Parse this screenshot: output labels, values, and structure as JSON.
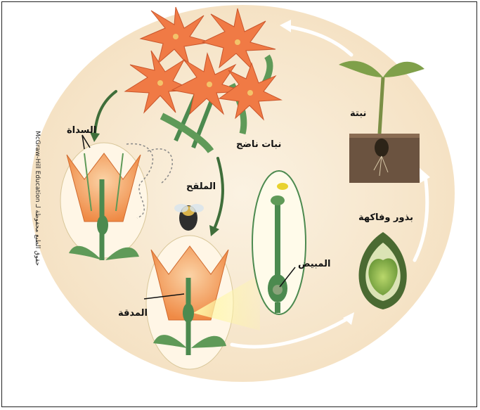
{
  "labels": {
    "stamen": "السداة",
    "mature_plant": "نبات ناضج",
    "pollinator": "الملقح",
    "ovary": "المبيض",
    "pistil": "المدقة",
    "seedling": "نبتة",
    "seeds_fruit": "بذور وفاكهة"
  },
  "credit": "McGraw-Hill Education حقوق الطبع محفوظة لـ",
  "colors": {
    "background_circle": "#f7e6c9",
    "flower_orange": "#f08a4b",
    "stem_green": "#4c8a4f",
    "arrow_green": "#3f6e3a",
    "soil": "#6b5340"
  }
}
